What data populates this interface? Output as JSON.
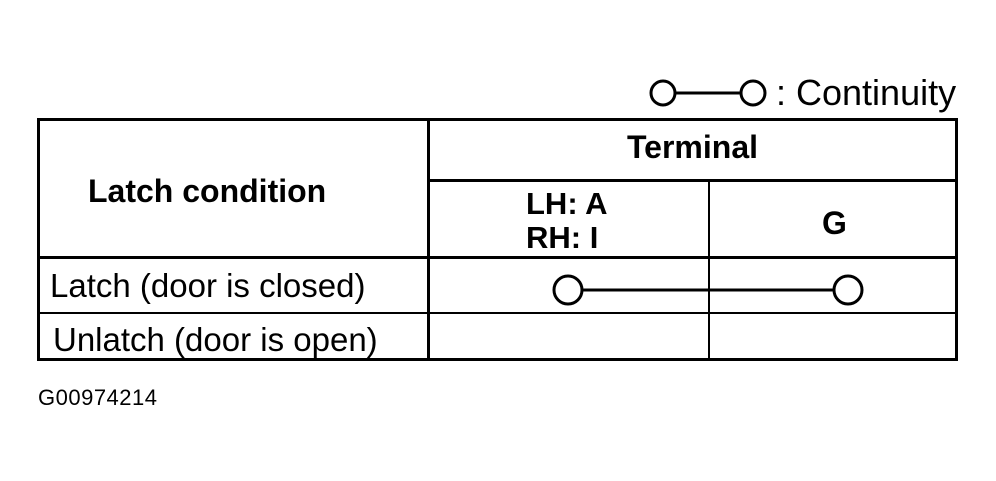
{
  "legend": {
    "symbol_icon": "continuity-symbol",
    "text": ": Continuity"
  },
  "table": {
    "header": {
      "latch_condition": "Latch condition",
      "terminal": "Terminal",
      "terminal_col1_line1": "LH: A",
      "terminal_col1_line2": "RH: I",
      "terminal_col2": "G"
    },
    "rows": [
      {
        "condition": "Latch (door is closed)",
        "continuity": true
      },
      {
        "condition": "Unlatch (door is open)",
        "continuity": false
      }
    ]
  },
  "figure_id": "G00974214"
}
